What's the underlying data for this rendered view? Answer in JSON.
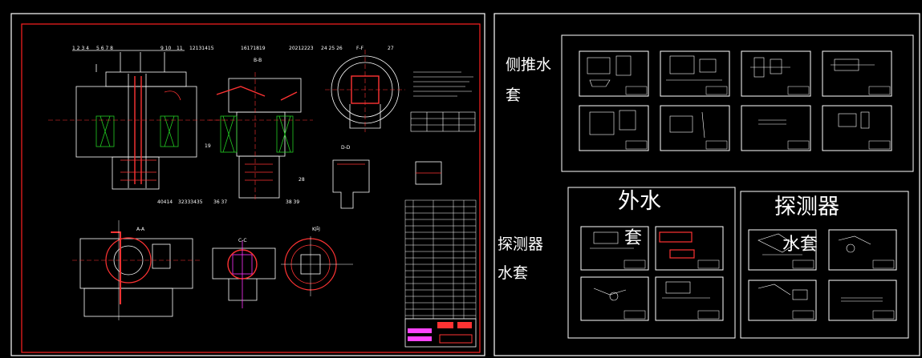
{
  "colors": {
    "background": "#000000",
    "frame": "#ffffff",
    "inner_border": "#ff2020",
    "outline": "#ffffff",
    "section_fill": "#cc2222",
    "hatch": "#ff3333",
    "coil": "#22cc22",
    "accent_magenta": "#ff33ff",
    "table_fill": "#ff44ff"
  },
  "right_labels": {
    "side_jacket_top": "侧推水",
    "side_jacket_bottom": "套",
    "outer_jacket": "外水",
    "detector": "探测器",
    "detector_jacket_top": "探测器",
    "detector_jacket_bottom": "水套",
    "overlap_tao": "套",
    "overlap_shui_tao": "水套"
  },
  "view_labels": {
    "view_b": "B-B",
    "view_f": "F-F",
    "view_d": "D-D",
    "view_a": "A-A",
    "view_c": "C-C",
    "view_k": "K向",
    "num_top_1": "1 2 3 4",
    "num_top_2": "5 6 7 8",
    "num_top_3": "9 10",
    "num_top_4": "11",
    "num_top_5": "12131415",
    "num_top_6": "16171819",
    "num_top_7": "20212223",
    "num_top_8": "24 25 26",
    "num_top_9": "27",
    "num_side_1": "19",
    "num_side_2": "28",
    "num_bot_1": "40414",
    "num_bot_2": "32333435",
    "num_bot_3": "36 37",
    "num_bot_4": "38 39"
  }
}
